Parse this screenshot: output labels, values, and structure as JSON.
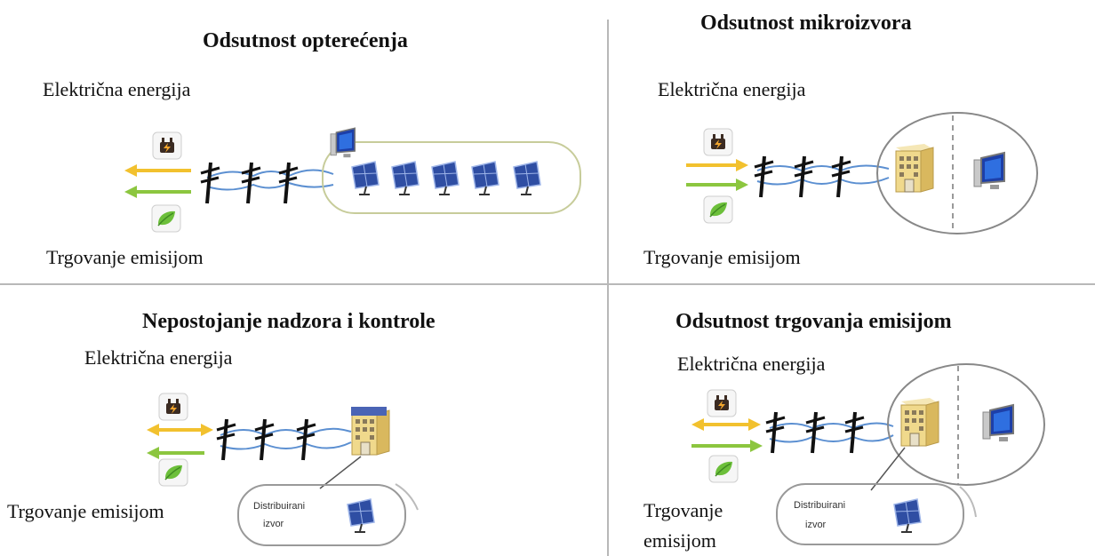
{
  "quadrants": [
    {
      "title": "Odsutnost  opterećenja",
      "energy_label": "Električna energija",
      "emission_label": "Trgovanje emisijom"
    },
    {
      "title": "Odsutnost  mikroizvora",
      "energy_label": "Električna energija",
      "emission_label": "Trgovanje emisijom"
    },
    {
      "title": "Nepostojanje nadzora i kontrole",
      "energy_label": "Električna energija",
      "emission_label": "Trgovanje emisijom",
      "dist_source_line1": "Distribuirani",
      "dist_source_line2": "izvor"
    },
    {
      "title": "Odsutnost trgovanja emisijom",
      "energy_label": "Električna energija",
      "emission_label_line1": "Trgovanje",
      "emission_label_line2": "emisijom",
      "dist_source_line1": "Distribuirani",
      "dist_source_line2": "izvor"
    }
  ],
  "icons": {
    "energy": "lightning-icon",
    "emission": "leaf-icon",
    "pylon": "power-pylon-icon",
    "solar": "solar-panel-icon",
    "building": "building-icon",
    "computer": "computer-icon"
  },
  "colors": {
    "energy_arrow": "#f2c12e",
    "emission_arrow": "#8cc63f",
    "power_line": "#5b8fd1",
    "divider": "#b8b8b8"
  }
}
